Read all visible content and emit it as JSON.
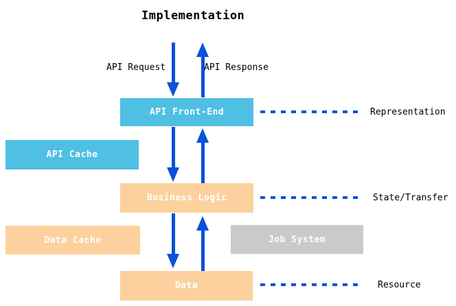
{
  "diagram": {
    "title": "Implementation",
    "flow_labels": {
      "request": "API Request",
      "response": "API Response"
    },
    "nodes": {
      "api_front_end": {
        "label": "API Front-End",
        "color": "#4FBFE3"
      },
      "api_cache": {
        "label": "API Cache",
        "color": "#4FBFE3"
      },
      "business_logic": {
        "label": "Business Logic",
        "color": "#FCD19E"
      },
      "data_cache": {
        "label": "Data Cache",
        "color": "#FCD19E"
      },
      "job_system": {
        "label": "Job System",
        "color": "#CCC9CD"
      },
      "data": {
        "label": "Data",
        "color": "#FCD19E"
      }
    },
    "layers": {
      "representation": "Representation",
      "state_transfer": "State/Transfer",
      "resource": "Resource"
    },
    "colors": {
      "arrow_blue": "#0A51DB",
      "node_text": "#FFFFFF",
      "text": "#000000",
      "background": "#FFFFFF"
    }
  }
}
